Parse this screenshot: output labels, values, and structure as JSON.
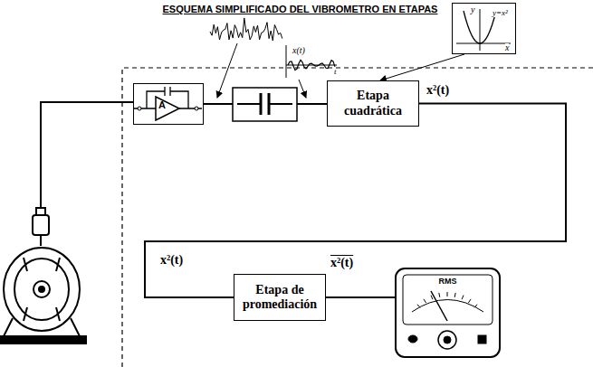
{
  "diagram": {
    "title": "ESQUEMA SIMPLIFICADO DEL VIBROMETRO EN ETAPAS",
    "nodes": [
      {
        "text": [
          "A"
        ]
      },
      {
        "text": [
          "Etapa cuadrática"
        ]
      },
      {
        "text": [
          "y",
          "y=x²",
          "x"
        ]
      },
      {
        "text": [
          "Etapa de promediación"
        ]
      },
      {
        "text": [
          "RMS"
        ]
      }
    ],
    "edges": [
      {
        "from": 2,
        "to": 1,
        "arrow": "to"
      },
      {
        "from": 1,
        "to": 3,
        "arrow": "none"
      },
      {
        "from": 3,
        "to": 4,
        "arrow": "none"
      }
    ],
    "labels": [
      "x(t)",
      "t",
      "x²(t)",
      "x²(t)",
      "x²(t)"
    ]
  }
}
